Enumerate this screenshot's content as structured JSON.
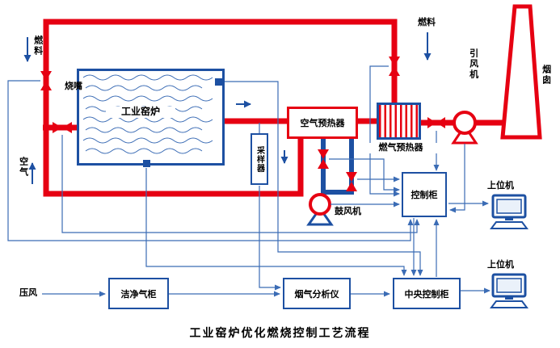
{
  "title": "工业窑炉优化燃烧控制工艺流程",
  "colors": {
    "pipe_red": "#e60012",
    "equip_blue": "#1d50a2",
    "signal_blue": "#3b6cb5"
  },
  "labels": {
    "fuel_left": "燃料",
    "burner": "烧嘴",
    "air": "空气",
    "furnace": "工业窑炉",
    "sampler": "采样器",
    "air_preheater": "空气预热器",
    "gas_preheater": "燃气预热器",
    "fuel_right": "燃料",
    "induced_fan": "引风机",
    "chimney": "烟囱",
    "blower": "鼓风机",
    "control_cabinet": "控制柜",
    "host_top": "上位机",
    "host_bottom": "上位机",
    "compressed_air": "压风",
    "clean_gas": "洁净气柜",
    "analyzer": "烟气分析仪",
    "central_control": "中央控制柜"
  }
}
